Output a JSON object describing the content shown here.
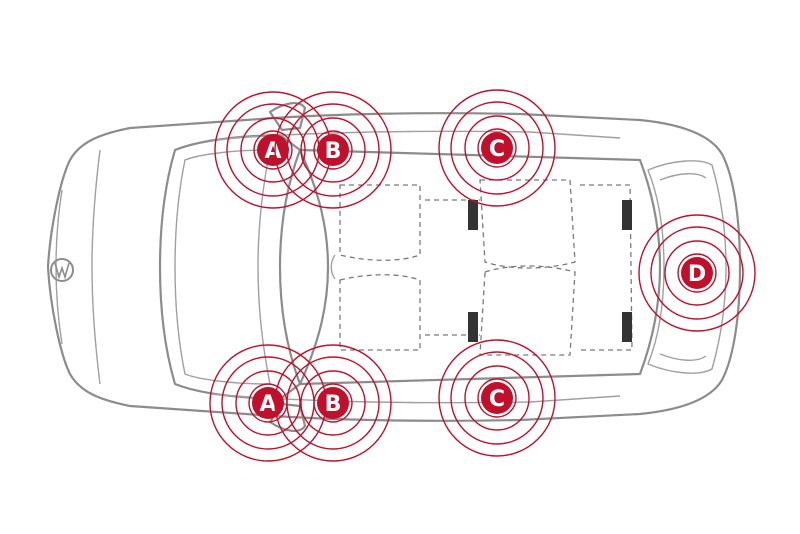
{
  "colors": {
    "accent": "#c0102c",
    "outline": "#8c8c8c",
    "background": "#ffffff"
  },
  "markers": [
    {
      "id": "A",
      "label": "A",
      "position": "front-left-door"
    },
    {
      "id": "B",
      "label": "B",
      "position": "front-left-door-rear"
    },
    {
      "id": "C",
      "label": "C",
      "position": "rear-left-door"
    },
    {
      "id": "A",
      "label": "A",
      "position": "front-right-door"
    },
    {
      "id": "B",
      "label": "B",
      "position": "front-right-door-rear"
    },
    {
      "id": "C",
      "label": "C",
      "position": "rear-right-door"
    },
    {
      "id": "D",
      "label": "D",
      "position": "trunk"
    }
  ],
  "speakers": [
    "front-seat-left",
    "front-seat-right",
    "rear-seat-left",
    "rear-seat-right"
  ]
}
